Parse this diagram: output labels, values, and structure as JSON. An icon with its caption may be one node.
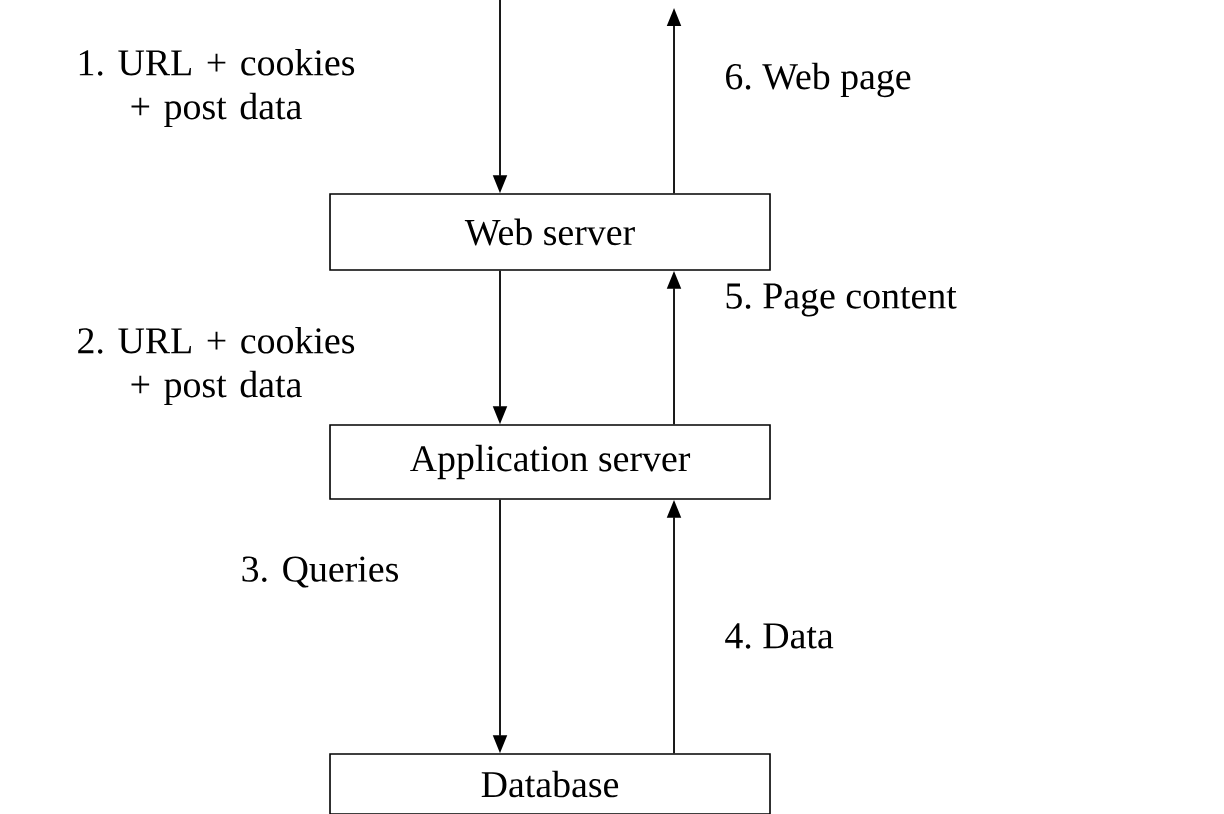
{
  "diagram": {
    "nodes": [
      {
        "text": [
          "Web server"
        ]
      },
      {
        "text": [
          "Application server"
        ]
      },
      {
        "text": [
          "Database"
        ]
      }
    ],
    "edges": [
      {
        "from": null,
        "to": 0,
        "arrow": "to",
        "label": "1. URL + cookies + post data"
      },
      {
        "from": 0,
        "to": null,
        "arrow": "to",
        "label": "6. Web page"
      },
      {
        "from": 0,
        "to": 1,
        "arrow": "to",
        "label": "2. URL + cookies + post data"
      },
      {
        "from": 1,
        "to": 0,
        "arrow": "to",
        "label": "5. Page content"
      },
      {
        "from": 1,
        "to": 2,
        "arrow": "to",
        "label": "3. Queries"
      },
      {
        "from": 2,
        "to": 1,
        "arrow": "to",
        "label": "4. Data"
      }
    ]
  }
}
